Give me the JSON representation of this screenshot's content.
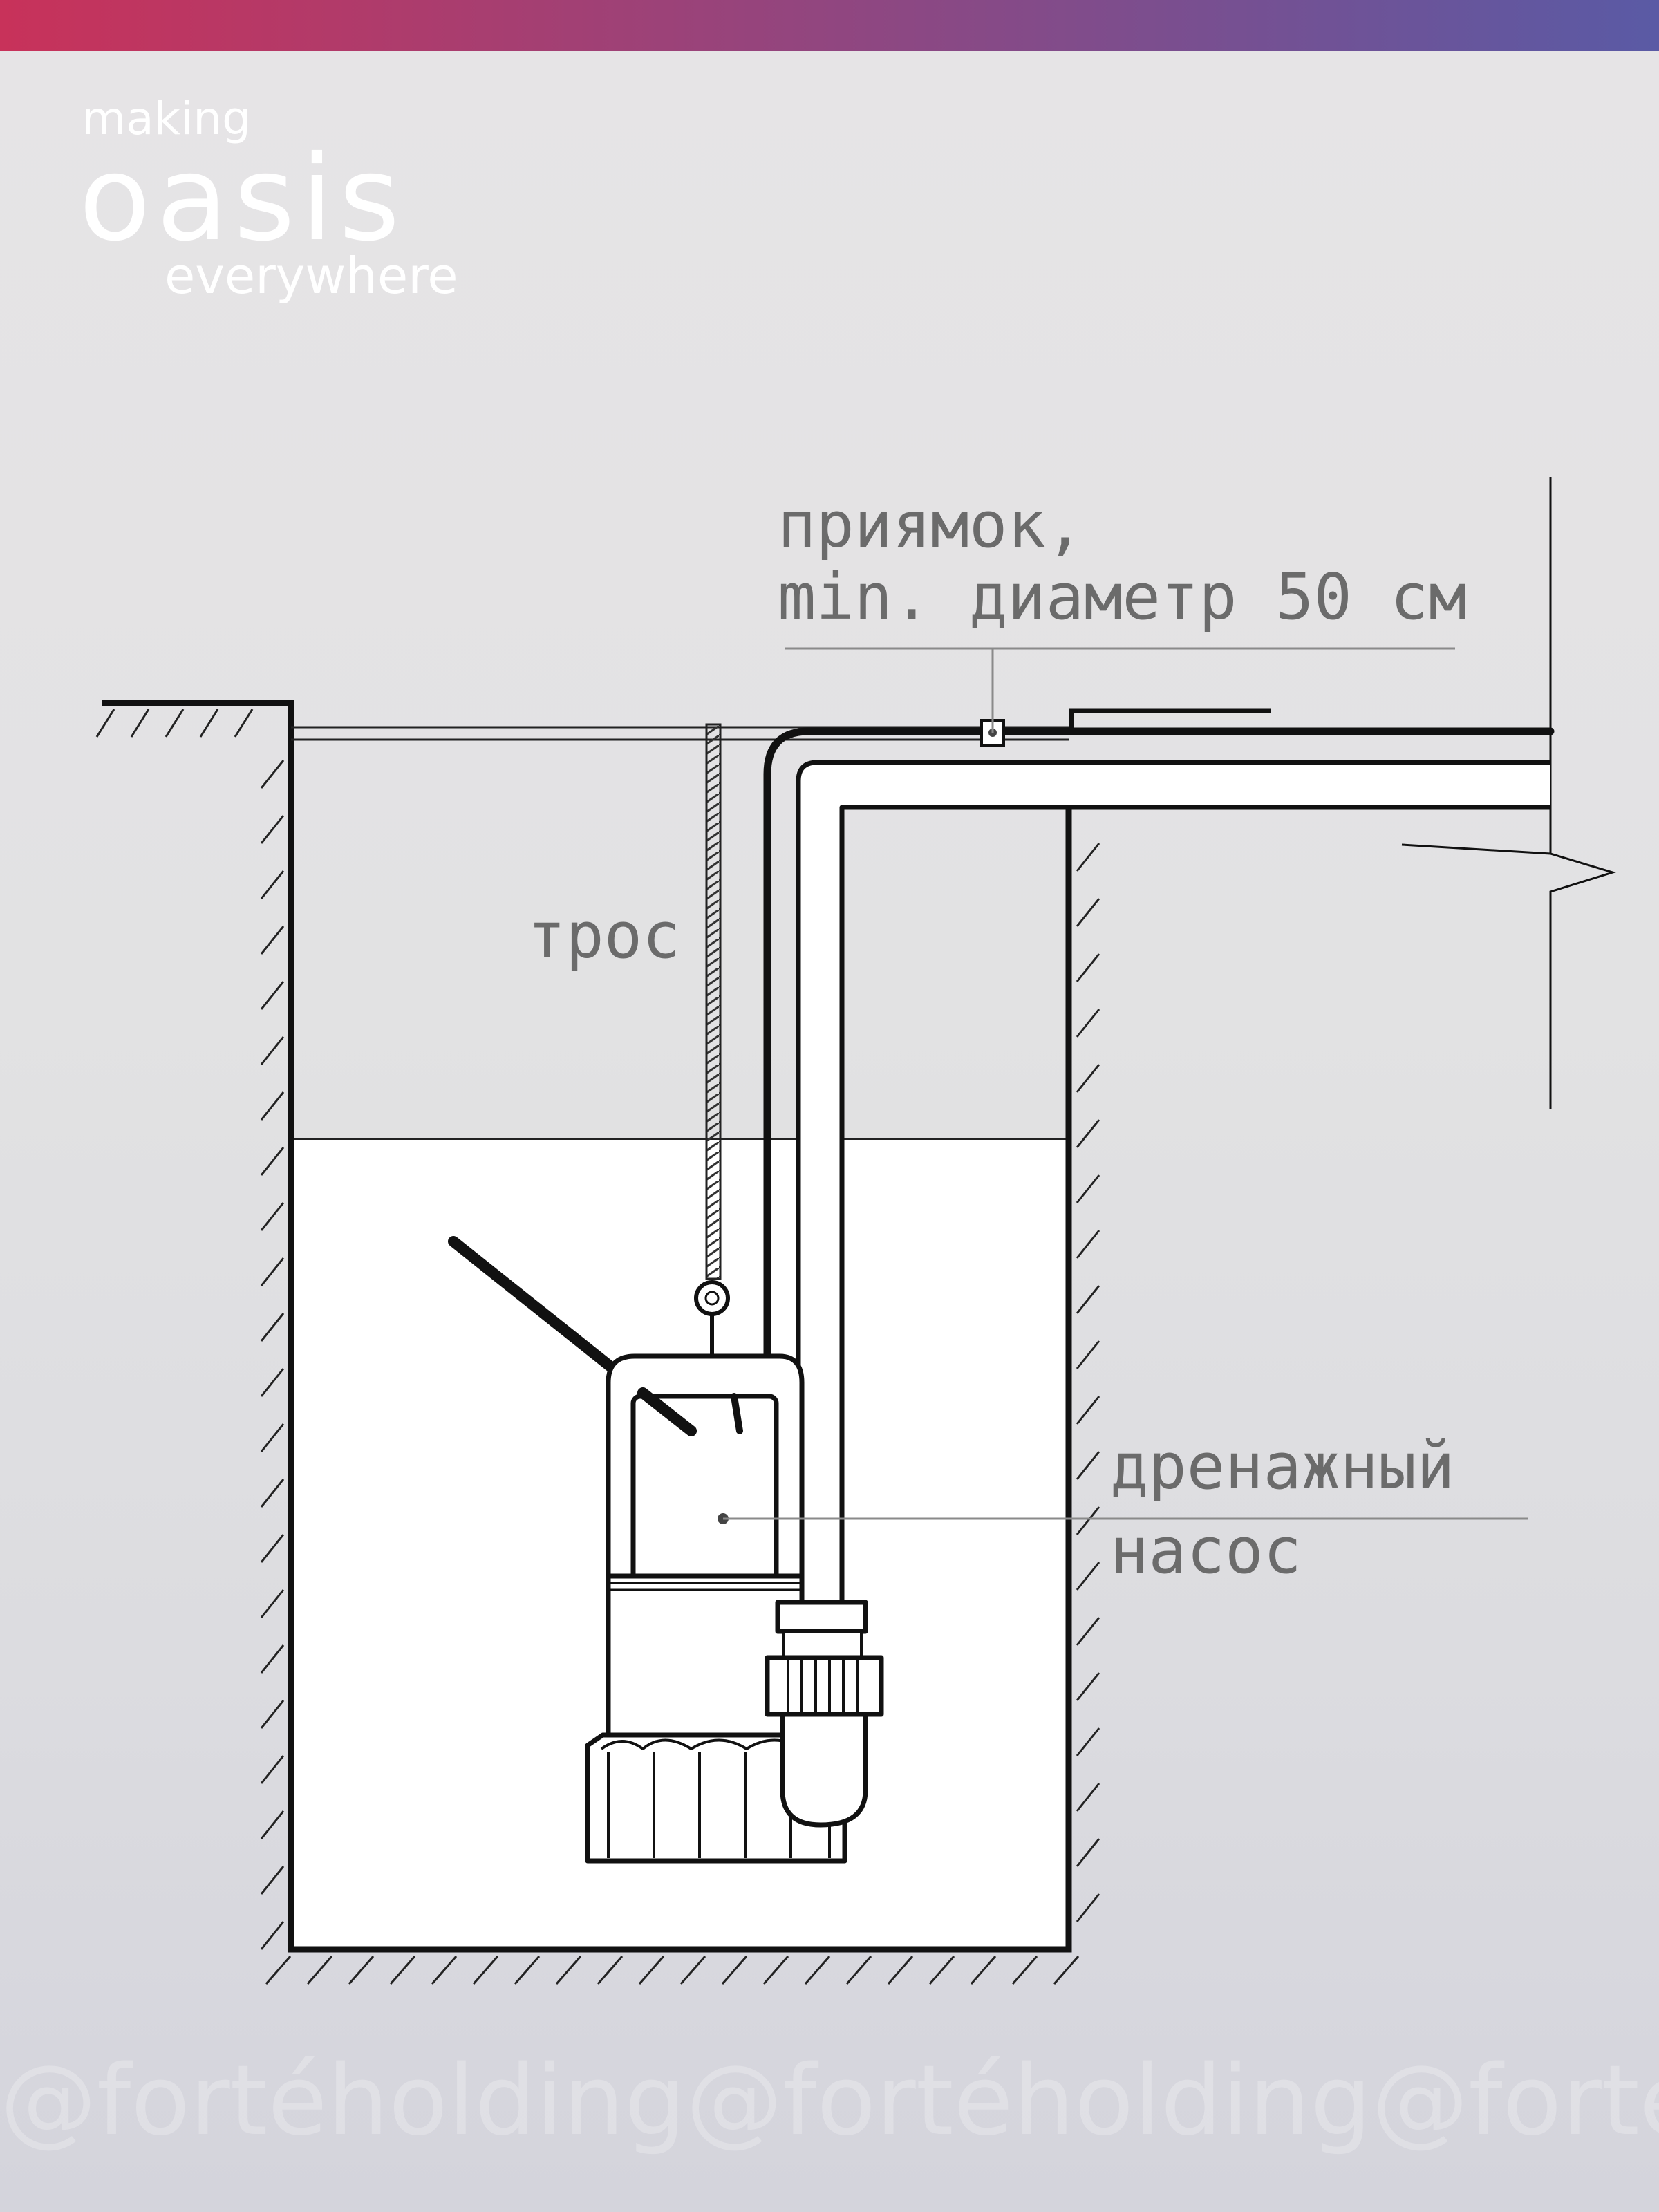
{
  "brand": {
    "line1": "making",
    "line2": "oasis",
    "line3": "everywhere"
  },
  "colors": {
    "accent_left": "#c8325a",
    "accent_right": "#5a5aa5",
    "line": "#111111",
    "label": "#6b6b6b",
    "water": "#ffffff"
  },
  "labels": {
    "pit_line1": "приямок,",
    "pit_line2": "min. диаметр 50 см",
    "rope": "трос",
    "pump_line1": "дренажный",
    "pump_line2": "насос"
  },
  "watermark": "@fortéholding@fortéholding@fortéholding"
}
